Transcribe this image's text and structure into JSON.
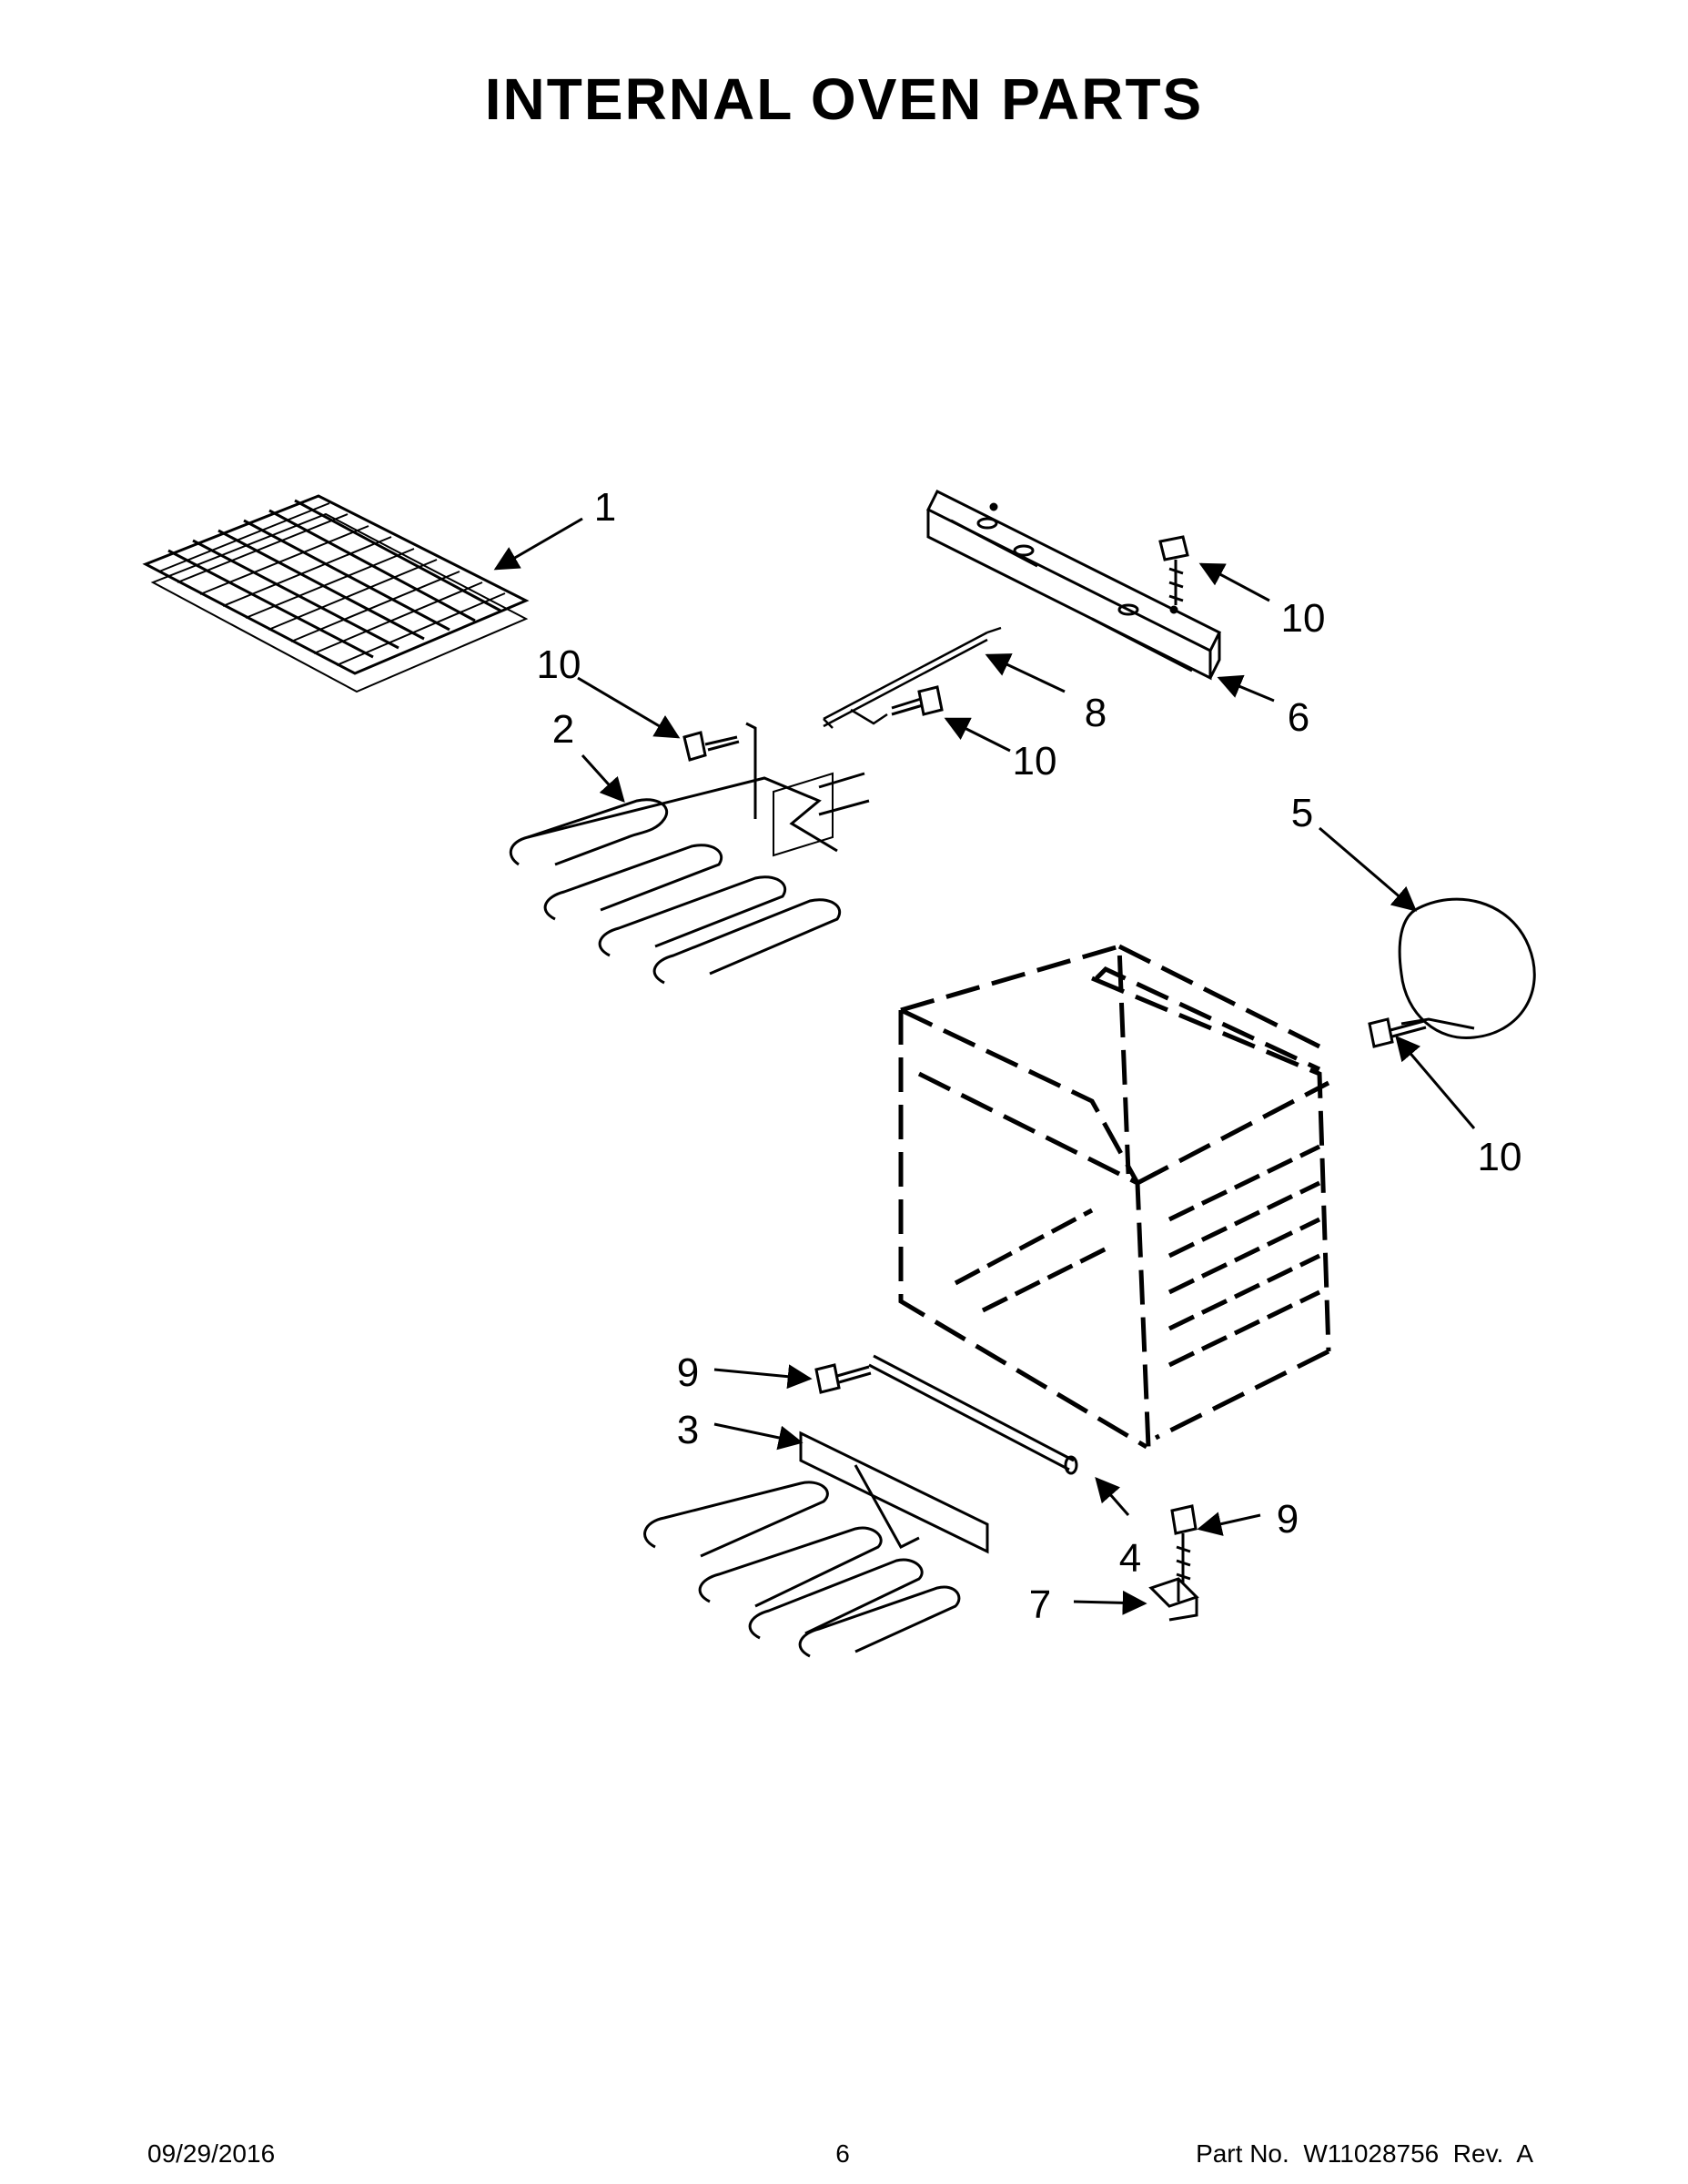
{
  "title": "INTERNAL OVEN PARTS",
  "callouts": [
    "1",
    "10",
    "2",
    "8",
    "10",
    "10",
    "6",
    "5",
    "10",
    "9",
    "3",
    "4",
    "9",
    "7"
  ],
  "footer": {
    "date": "09/29/2016",
    "page": "6",
    "part": "Part No.  W11028756  Rev.  A"
  }
}
